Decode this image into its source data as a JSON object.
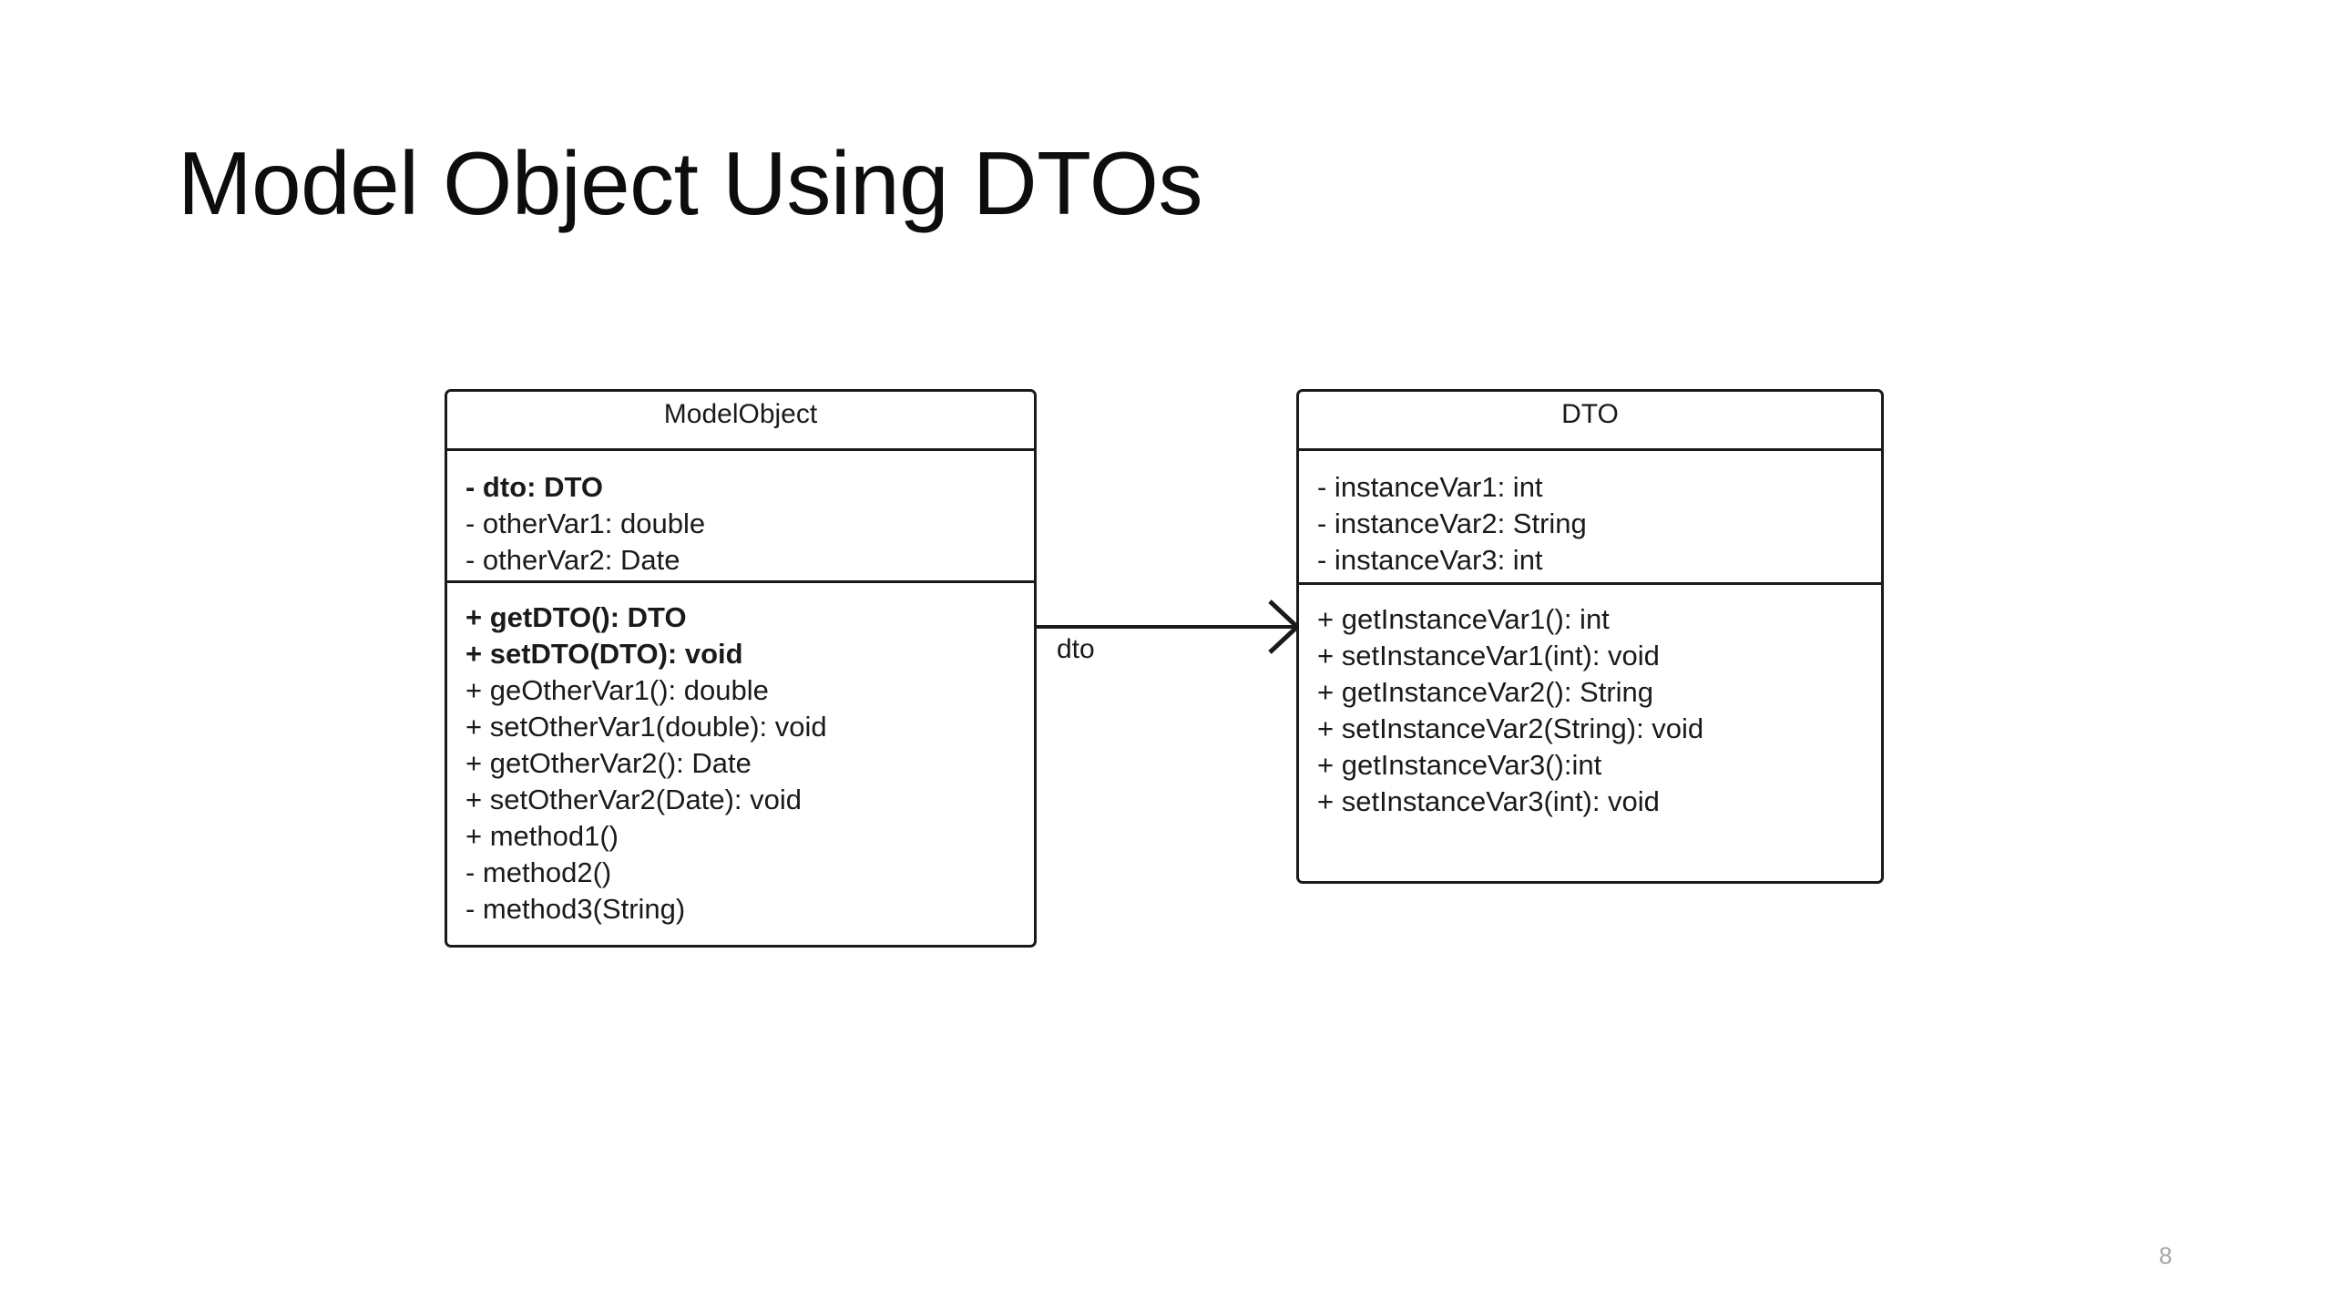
{
  "slide": {
    "title": "Model Object Using DTOs",
    "page_number": "8",
    "background_color": "#ffffff",
    "text_color": "#1a1a1a",
    "line_color": "#1a1a1a",
    "page_number_color": "#a6a6a6"
  },
  "diagram": {
    "type": "uml-class-diagram",
    "classes": [
      {
        "name": "ModelObject",
        "attributes": [
          {
            "text": "- dto: DTO",
            "bold": true
          },
          {
            "text": "- otherVar1: double",
            "bold": false
          },
          {
            "text": "- otherVar2: Date",
            "bold": false
          }
        ],
        "operations": [
          {
            "text": "+ getDTO(): DTO",
            "bold": true
          },
          {
            "text": "+ setDTO(DTO): void",
            "bold": true
          },
          {
            "text": "+ geOtherVar1(): double",
            "bold": false
          },
          {
            "text": "+ setOtherVar1(double): void",
            "bold": false
          },
          {
            "text": "+ getOtherVar2(): Date",
            "bold": false
          },
          {
            "text": "+ setOtherVar2(Date): void",
            "bold": false
          },
          {
            "text": "+ method1()",
            "bold": false
          },
          {
            "text": "- method2()",
            "bold": false
          },
          {
            "text": "- method3(String)",
            "bold": false
          }
        ]
      },
      {
        "name": "DTO",
        "attributes": [
          {
            "text": "- instanceVar1: int",
            "bold": false
          },
          {
            "text": "- instanceVar2: String",
            "bold": false
          },
          {
            "text": "- instanceVar3: int",
            "bold": false
          }
        ],
        "operations": [
          {
            "text": "+ getInstanceVar1(): int",
            "bold": false
          },
          {
            "text": "+ setInstanceVar1(int): void",
            "bold": false
          },
          {
            "text": "+ getInstanceVar2(): String",
            "bold": false
          },
          {
            "text": "+ setInstanceVar2(String): void",
            "bold": false
          },
          {
            "text": "+ getInstanceVar3():int",
            "bold": false
          },
          {
            "text": "+ setInstanceVar3(int): void",
            "bold": false
          }
        ]
      }
    ],
    "relationship": {
      "label": "dto",
      "from": "ModelObject",
      "to": "DTO",
      "arrow_style": "open-arrow"
    }
  }
}
